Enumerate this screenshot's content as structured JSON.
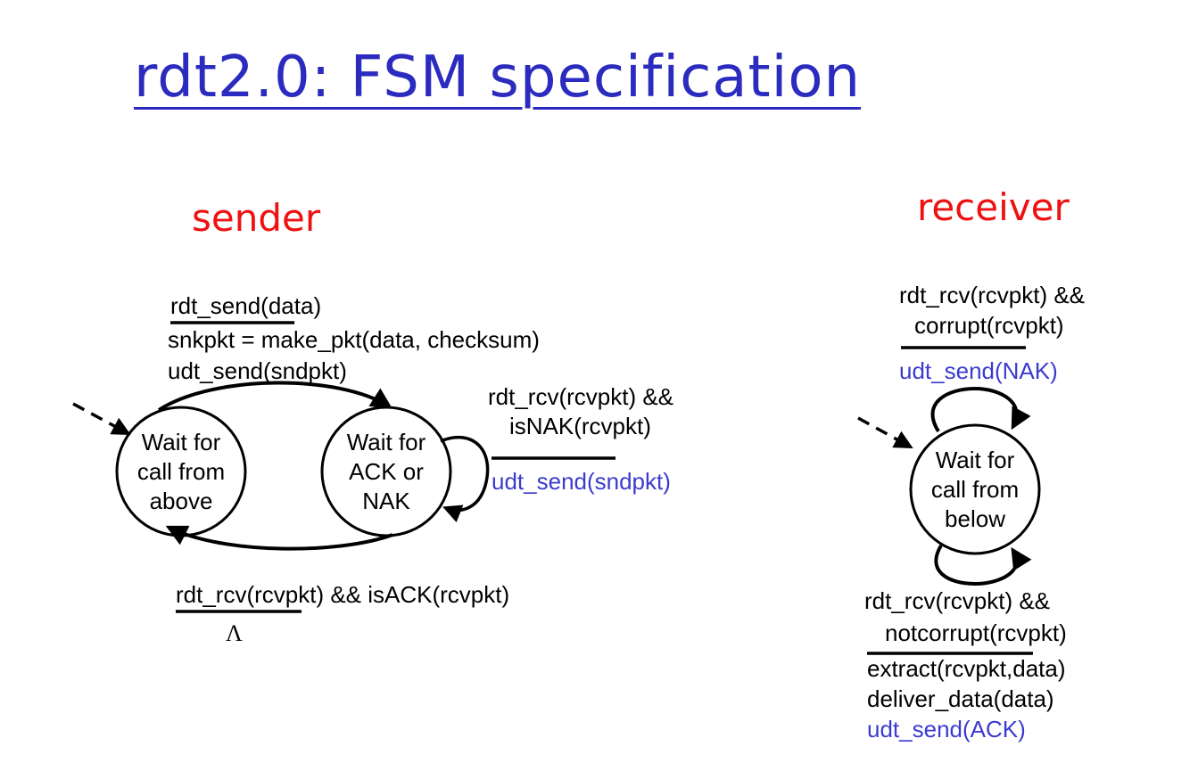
{
  "title": "rdt2.0: FSM specification",
  "sender": {
    "label": "sender",
    "states": {
      "wait_call_above": [
        "Wait for",
        "call from",
        "above"
      ],
      "wait_ack_nak": [
        "Wait for",
        "ACK or",
        "NAK"
      ]
    },
    "send_transition": {
      "event": "rdt_send(data)",
      "action_1": "snkpkt = make_pkt(data, checksum)",
      "action_2": "udt_send(sndpkt)"
    },
    "nak_transition": {
      "event_1": "rdt_rcv(rcvpkt) &&",
      "event_2": "isNAK(rcvpkt)",
      "action": "udt_send(sndpkt)"
    },
    "ack_transition": {
      "event": "rdt_rcv(rcvpkt) && isACK(rcvpkt)",
      "action": "Λ"
    }
  },
  "receiver": {
    "label": "receiver",
    "state": [
      "Wait for",
      "call from",
      "below"
    ],
    "corrupt_transition": {
      "event_1": "rdt_rcv(rcvpkt) &&",
      "event_2": "corrupt(rcvpkt)",
      "action": "udt_send(NAK)"
    },
    "notcorrupt_transition": {
      "event_1": "rdt_rcv(rcvpkt) &&",
      "event_2": "notcorrupt(rcvpkt)",
      "action_1": "extract(rcvpkt,data)",
      "action_2": "deliver_data(data)",
      "action_3": "udt_send(ACK)"
    }
  },
  "colors": {
    "title": "#2b2bbf",
    "role_label": "#ee1111",
    "send_action": "#3b3bd0",
    "line": "#000000"
  }
}
